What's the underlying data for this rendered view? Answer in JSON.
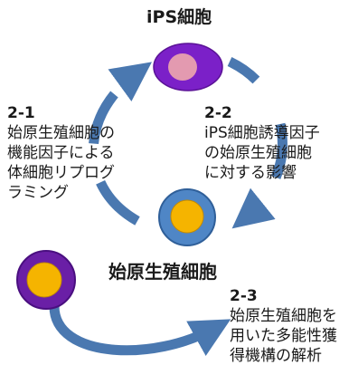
{
  "titles": {
    "ips_cell": "iPS細胞",
    "primordial_germ_cell": "始原生殖細胞"
  },
  "labels": [
    {
      "num": "2-1",
      "text": "始原生殖細胞の\n機能因子による\n体細胞リプログ\nラミング"
    },
    {
      "num": "2-2",
      "text": "iPS細胞誘導因子\nの始原生殖細胞\nに対する影響"
    },
    {
      "num": "2-3",
      "text": "始原生殖細胞を\n用いた多能性獲\n得機構の解析"
    }
  ],
  "colors": {
    "arrow_blue": "#4a78b0",
    "ips_cell_body": "#7b20c8",
    "ips_cell_nucleus": "#e39ab0",
    "pgc_cell_body": "#4f86c6",
    "other_cell_body": "#6a1fa6",
    "nucleus_yellow": "#f5b400"
  }
}
